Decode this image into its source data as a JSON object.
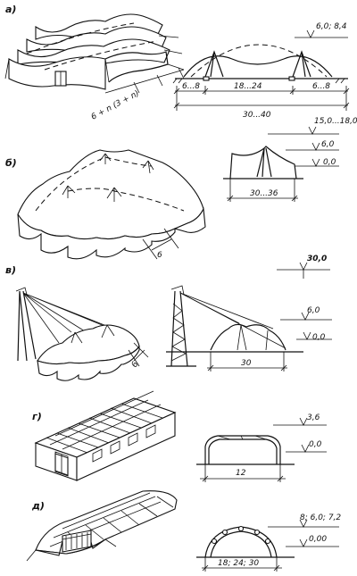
{
  "figures": {
    "a": {
      "label": "a)",
      "module_formula": "6 + n (3 + n)",
      "height_mark": "6,0; 8,4",
      "dim_side_left": "6...8",
      "dim_middle": "18...24",
      "dim_side_right": "6...8",
      "dim_total": "30...40"
    },
    "b": {
      "label": "б)",
      "module": "6",
      "height_top": "15,0...18,0",
      "height_mid": "6,0",
      "height_base": "0,0",
      "span": "30...36"
    },
    "v": {
      "label": "в)",
      "module": "6",
      "mast_height": "30,0",
      "height_mid": "6,0",
      "height_base": "0,0",
      "span": "30"
    },
    "g": {
      "label": "г)",
      "height_top": "3,6",
      "height_base": "0,0",
      "span": "12"
    },
    "d": {
      "label": "д)",
      "height_top": "8; 6,0; 7,2",
      "height_base": "0,00",
      "span": "18; 24; 30"
    }
  }
}
